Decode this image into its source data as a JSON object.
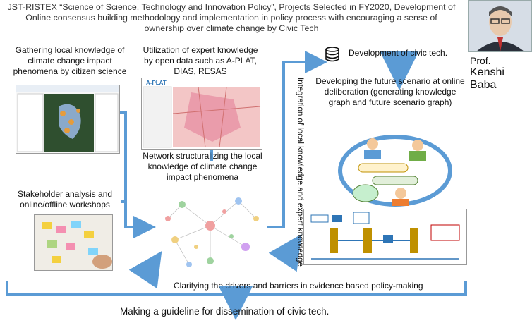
{
  "title": "JST-RISTEX “Science of Science, Technology and Innovation Policy”, Projects Selected in FY2020, Development of Online consensus building methodology and implementation in policy process with encouraging a sense of ownership over climate change by Civic Tech",
  "presenter": {
    "prefix": "Prof.",
    "name": "Kenshi Baba"
  },
  "boxes": {
    "gathering": "Gathering local knowledge of climate change impact phenomena by citizen science",
    "utilization": "Utilization of expert knowledge by open data such as A-PLAT, DIAS, RESAS",
    "stakeholder": "Stakeholder analysis and online/offline workshops",
    "network": "Network structuralizing the local knowledge of climate change impact phenomena",
    "integration": "Integration of local knowledge and expert knowledge",
    "civic_tech": "Development of civic tech.",
    "future_scenario": "Developing the future scenario at online deliberation (generating knowledge graph and future scenario graph)",
    "drivers": "Clarifying the drivers and barriers in evidence based policy-making",
    "guideline": "Making a guideline for dissemination of civic tech."
  },
  "aplat_logo": "A-PLAT",
  "colors": {
    "arrow": "#5b9bd5",
    "arrow_dark": "#2e75b6",
    "circle_ring": "#5b9bd5",
    "network_bg": "#f4f4f4"
  }
}
